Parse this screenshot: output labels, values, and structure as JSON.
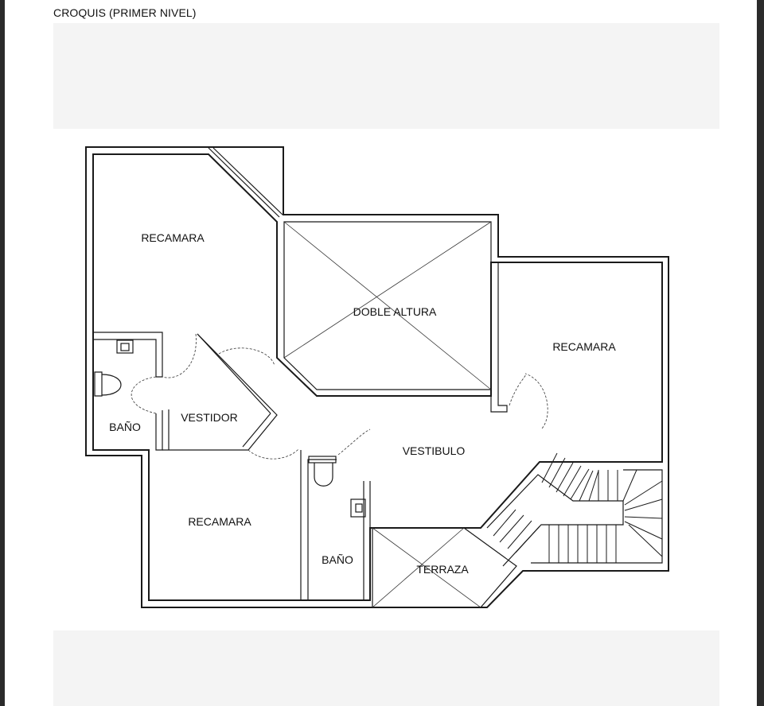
{
  "page": {
    "title": "CROQUIS (PRIMER NIVEL)"
  },
  "rooms": {
    "bedroom_top_left": "RECAMARA",
    "double_height": "DOBLE ALTURA",
    "bedroom_right": "RECAMARA",
    "bathroom_left": "BAÑO",
    "closet": "VESTIDOR",
    "hall": "VESTIBULO",
    "bedroom_bottom_left": "RECAMARA",
    "bathroom_center": "BAÑO",
    "terrace": "TERRAZA"
  }
}
